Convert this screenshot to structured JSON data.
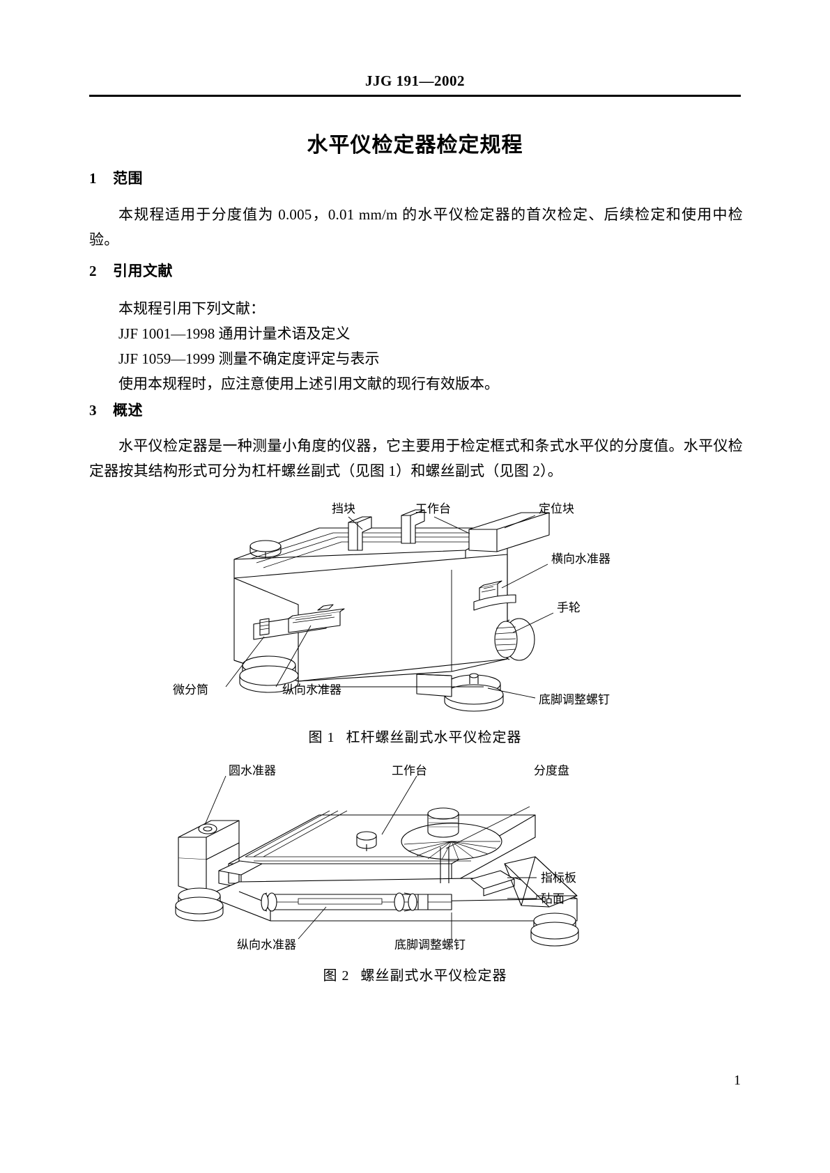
{
  "header": {
    "standard_number": "JJG 191—2002"
  },
  "title": "水平仪检定器检定规程",
  "sections": [
    {
      "number": "1",
      "heading": "范围",
      "paragraphs": [
        "本规程适用于分度值为 0.005，0.01 mm/m 的水平仪检定器的首次检定、后续检定和使用中检验。"
      ]
    },
    {
      "number": "2",
      "heading": "引用文献",
      "paragraphs": [
        "本规程引用下列文献：",
        "JJF 1001—1998 通用计量术语及定义",
        "JJF 1059—1999 测量不确定度评定与表示",
        "使用本规程时，应注意使用上述引用文献的现行有效版本。"
      ]
    },
    {
      "number": "3",
      "heading": "概述",
      "paragraphs": [
        "水平仪检定器是一种测量小角度的仪器，它主要用于检定框式和条式水平仪的分度值。水平仪检定器按其结构形式可分为杠杆螺丝副式（见图 1）和螺丝副式（见图 2）。"
      ]
    }
  ],
  "figures": [
    {
      "id": "figure-1",
      "caption_label": "图 1",
      "caption_text": "杠杆螺丝副式水平仪检定器",
      "callouts": [
        {
          "key": "dangkuai",
          "text": "挡块"
        },
        {
          "key": "gongzuotai",
          "text": "工作台"
        },
        {
          "key": "dingweikuai",
          "text": "定位块"
        },
        {
          "key": "hengxiang",
          "text": "横向水准器"
        },
        {
          "key": "shoulun",
          "text": "手轮"
        },
        {
          "key": "weifentong",
          "text": "微分筒"
        },
        {
          "key": "zongxiang",
          "text": "纵向水准器"
        },
        {
          "key": "dijiao",
          "text": "底脚调整螺钉"
        }
      ]
    },
    {
      "id": "figure-2",
      "caption_label": "图 2",
      "caption_text": "螺丝副式水平仪检定器",
      "callouts": [
        {
          "key": "yuanshuizhunqi",
          "text": "圆水准器"
        },
        {
          "key": "gongzuotai",
          "text": "工作台"
        },
        {
          "key": "fendupan",
          "text": "分度盘"
        },
        {
          "key": "zhibiaoban",
          "text": "指标板"
        },
        {
          "key": "zhenmian",
          "text": "砧面"
        },
        {
          "key": "zongxiang",
          "text": "纵向水准器"
        },
        {
          "key": "dijiao",
          "text": "底脚调整螺钉"
        }
      ]
    }
  ],
  "page_number": "1"
}
